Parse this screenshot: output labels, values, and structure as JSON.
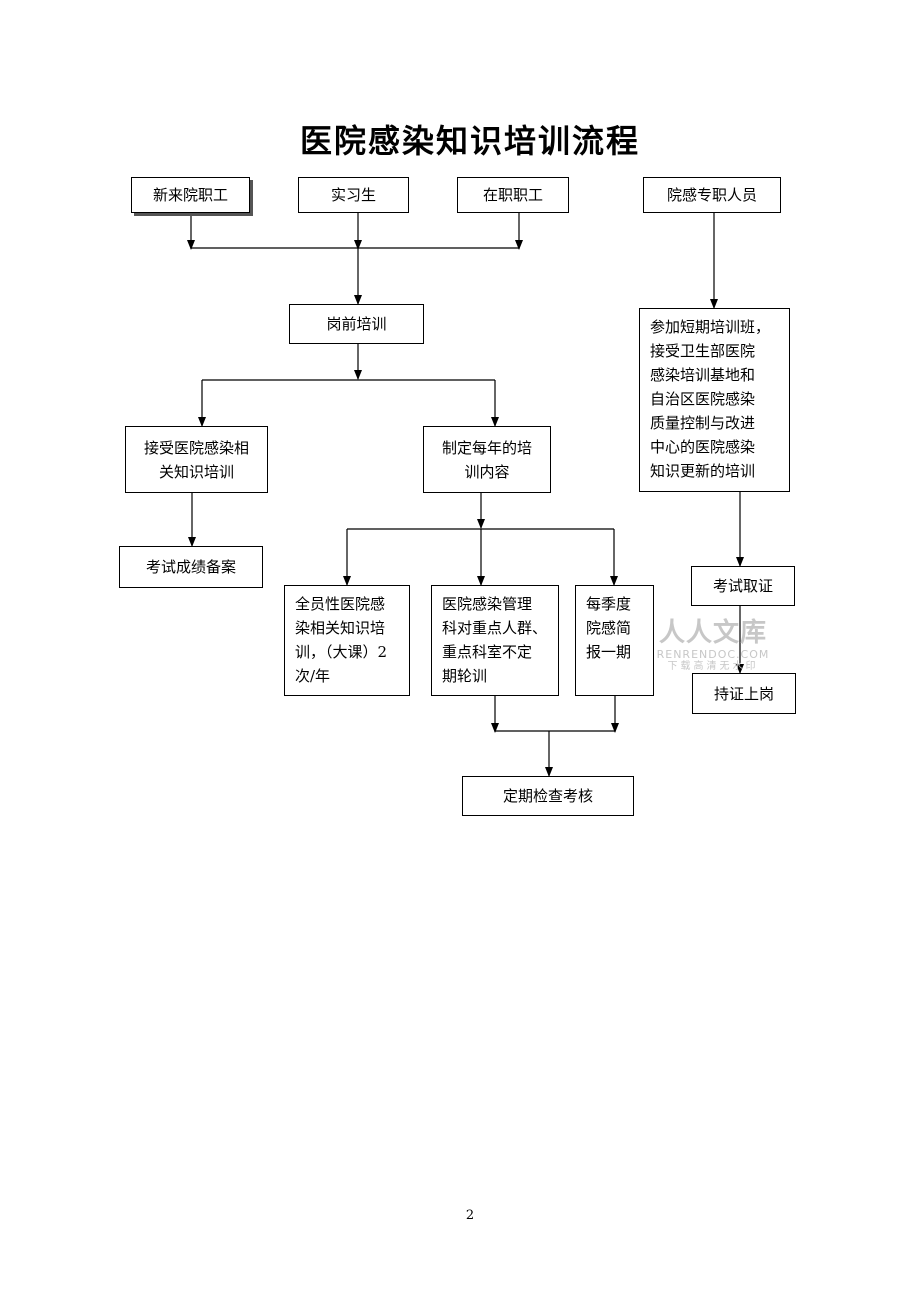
{
  "title": "医院感染知识培训流程",
  "nodes": {
    "new_staff": "新来院职工",
    "intern": "实习生",
    "current_staff": "在职职工",
    "ic_professional": "院感专职人员",
    "pre_job_training": "岗前培训",
    "receive_training": "接受医院感染相\n关知识培训",
    "annual_content": "制定每年的培\n训内容",
    "exam_record": "考试成绩备案",
    "short_course": "参加短期培训班，\n接受卫生部医院\n感染培训基地和\n自治区医院感染\n质量控制与改进\n中心的医院感染\n知识更新的培训",
    "exam_certificate": "考试取证",
    "certified_work": "持证上岗",
    "all_staff_training": "全员性医院感\n染相关知识培\n训，（大课）2\n次/年",
    "targeted_training": "医院感染管理\n科对重点人群、\n重点科室不定\n期轮训",
    "quarterly_bulletin": "每季度\n院感简\n报一期",
    "regular_check": "定期检查考核"
  },
  "watermark": {
    "main": "人人文库",
    "sub": "RENRENDOC.COM",
    "tag": "下载高清无水印"
  },
  "page_number": "2"
}
